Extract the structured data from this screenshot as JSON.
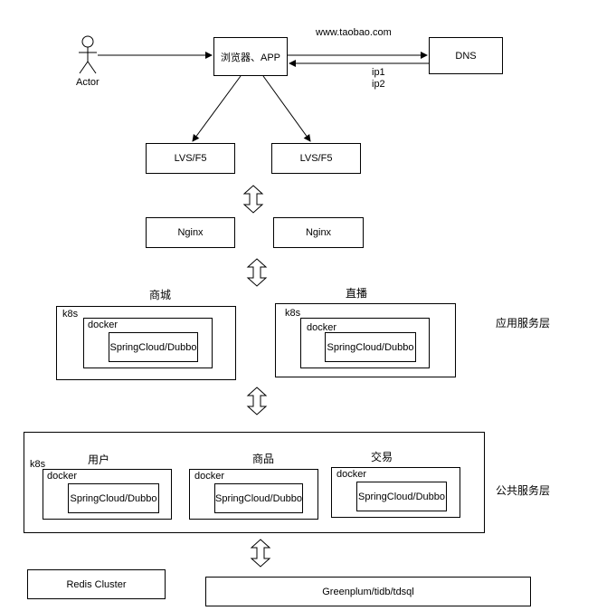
{
  "actor": {
    "label": "Actor"
  },
  "client": {
    "label": "浏览器、APP"
  },
  "dns": {
    "label": "DNS",
    "domain": "www.taobao.com",
    "ip1": "ip1",
    "ip2": "ip2"
  },
  "lvs": [
    "LVS/F5",
    "LVS/F5"
  ],
  "nginx": [
    "Nginx",
    "Nginx"
  ],
  "app_layer": {
    "label": "应用服务层",
    "groups": [
      {
        "title": "商城",
        "k8s": "k8s",
        "docker": "docker",
        "service": "SpringCloud/Dubbo"
      },
      {
        "title": "直播",
        "k8s": "k8s",
        "docker": "docker",
        "service": "SpringCloud/Dubbo"
      }
    ]
  },
  "common_layer": {
    "label": "公共服务层",
    "k8s": "k8s",
    "groups": [
      {
        "title": "用户",
        "docker": "docker",
        "service": "SpringCloud/Dubbo"
      },
      {
        "title": "商品",
        "docker": "docker",
        "service": "SpringCloud/Dubbo"
      },
      {
        "title": "交易",
        "docker": "docker",
        "service": "SpringCloud/Dubbo"
      }
    ]
  },
  "storage": {
    "redis": "Redis Cluster",
    "db": "Greenplum/tidb/tdsql"
  }
}
